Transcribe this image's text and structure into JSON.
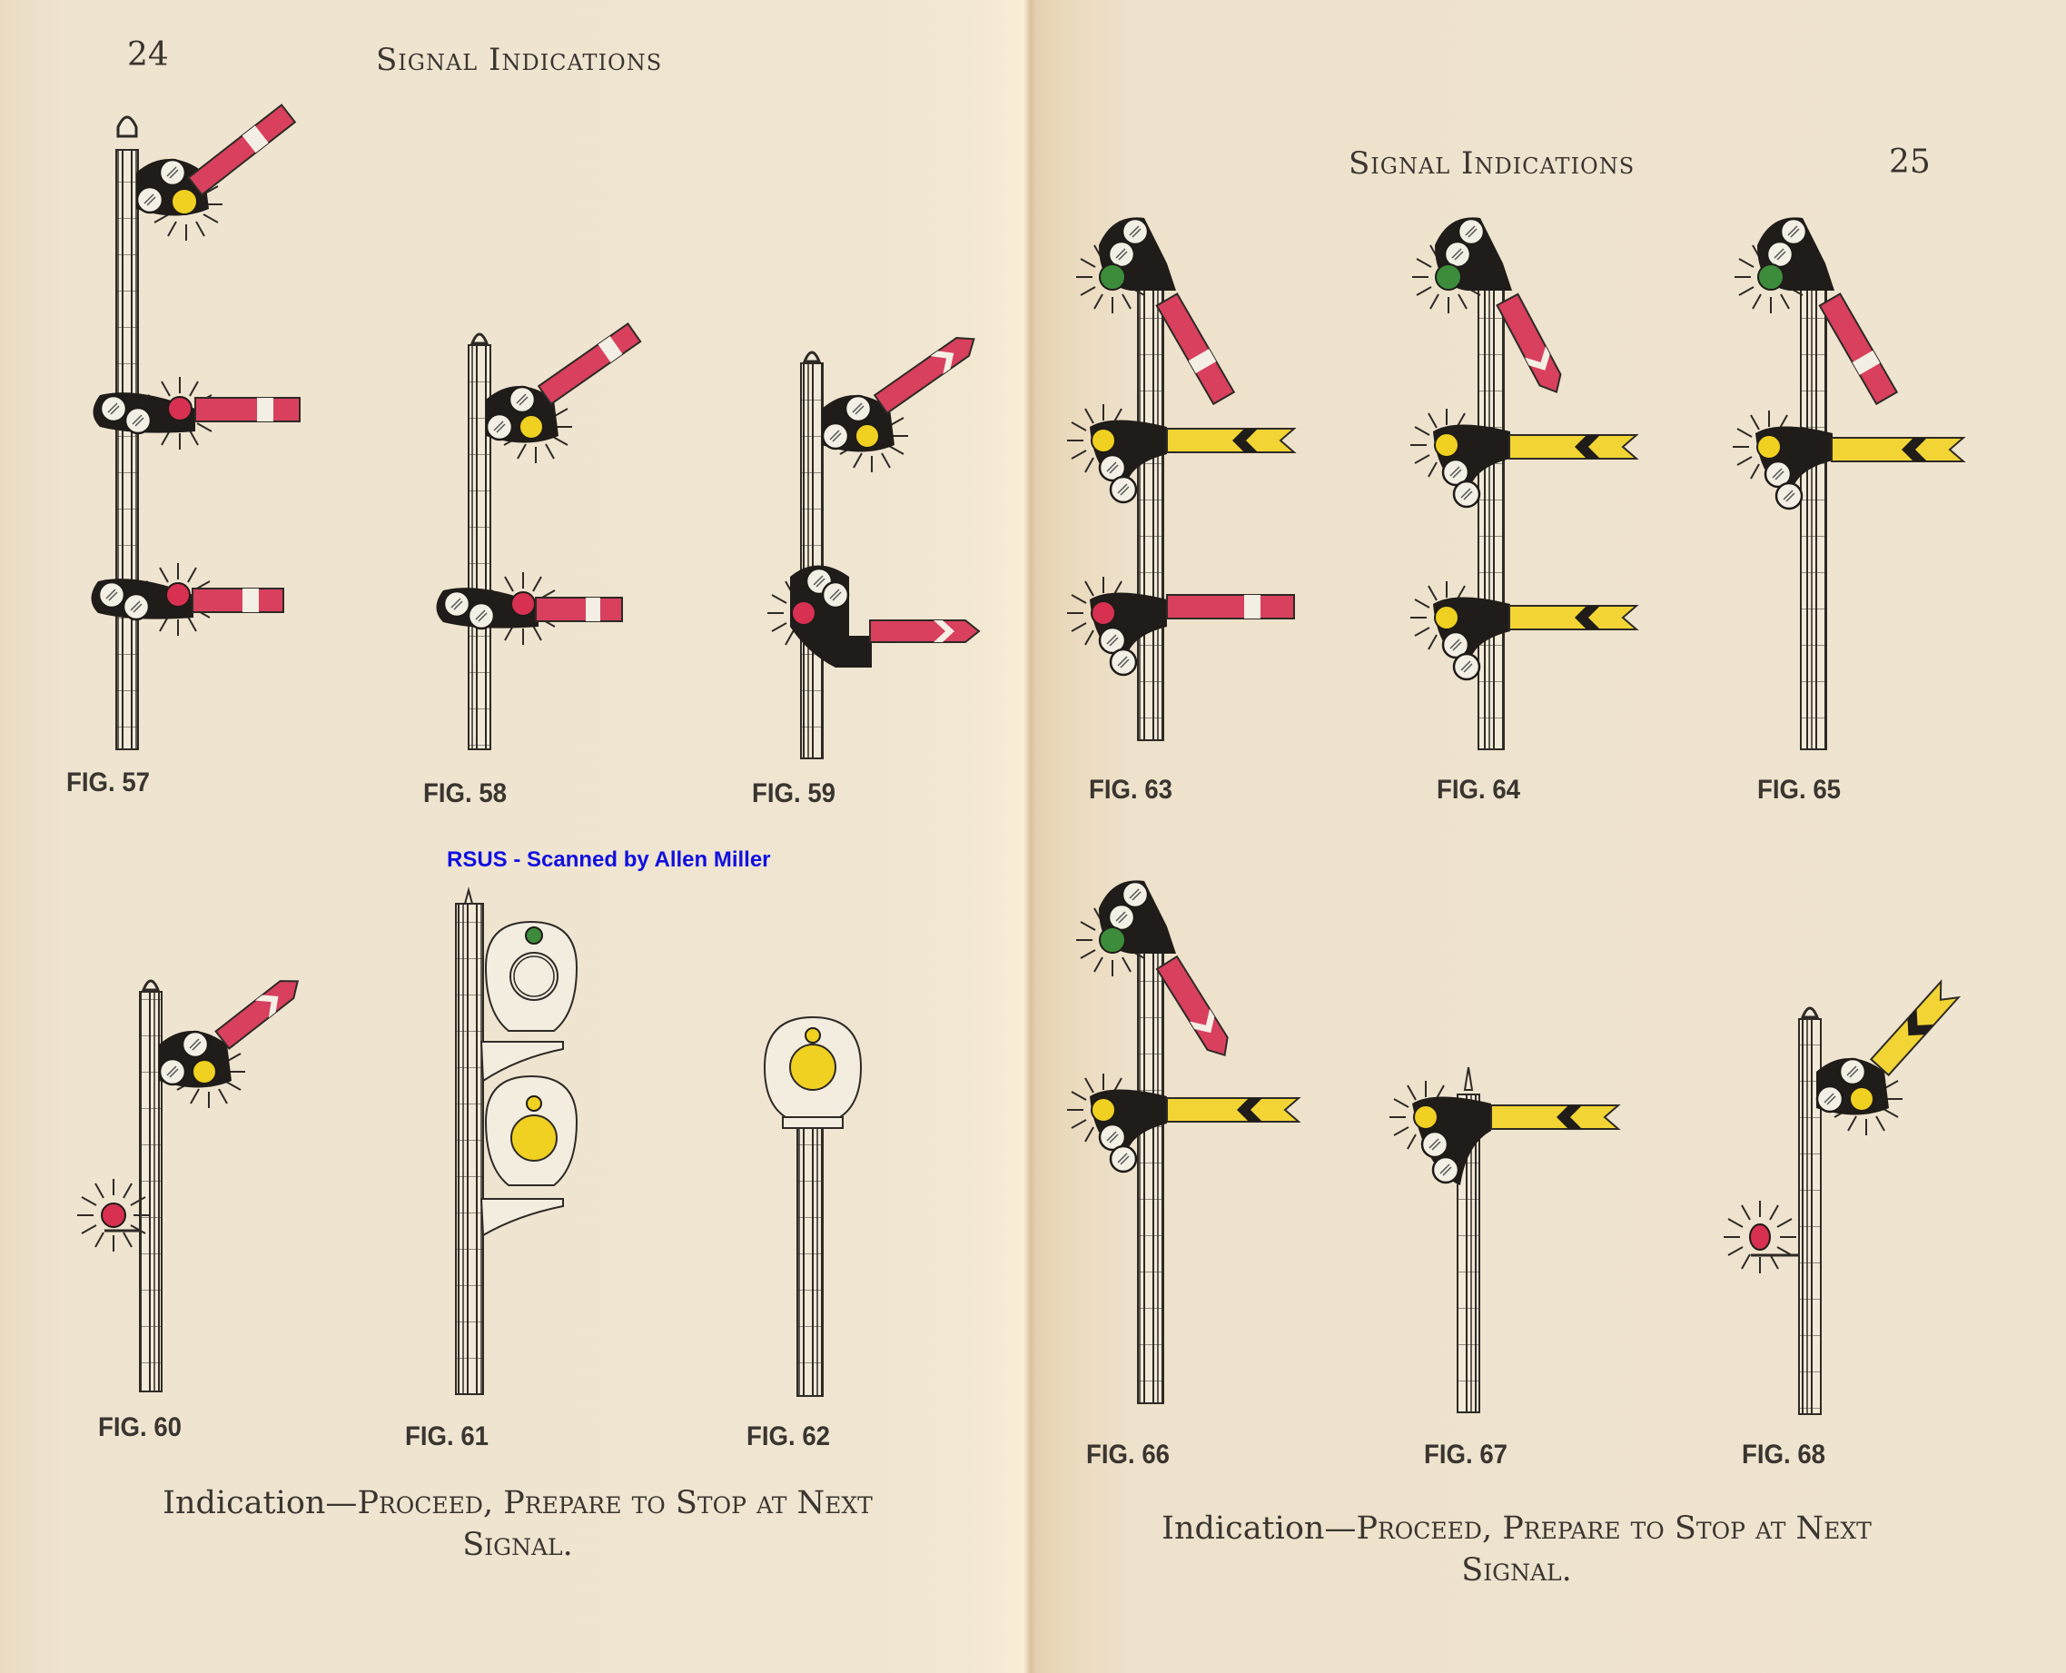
{
  "left_page": {
    "page_number": "24",
    "running_head": "Signal Indications",
    "watermark": "RSUS - Scanned by Allen Miller",
    "figures": [
      {
        "label": "FIG. 57",
        "description": "Three-arm semaphore: top arm 45° up showing yellow; middle and lower arms horizontal showing red"
      },
      {
        "label": "FIG. 58",
        "description": "Two-arm semaphore: top arm 45° up showing yellow; lower arm horizontal showing red"
      },
      {
        "label": "FIG. 59",
        "description": "Two-arm semaphore with pointed blades: top 45° up yellow; lower horizontal red"
      },
      {
        "label": "FIG. 60",
        "description": "Single pointed arm 45° up showing yellow, with red marker lamp below"
      },
      {
        "label": "FIG. 61",
        "description": "Two-unit light signal: top unit green marker dark, lower unit yellow lit"
      },
      {
        "label": "FIG. 62",
        "description": "Single-unit light signal showing yellow"
      }
    ],
    "caption": {
      "prefix": "Indication—",
      "text": "Proceed, Prepare to Stop at Next",
      "line2": "Signal."
    }
  },
  "right_page": {
    "page_number": "25",
    "running_head": "Signal Indications",
    "figures": [
      {
        "label": "FIG. 63",
        "description": "Three-arm: top arm down showing green, middle yellow fishtail horizontal showing yellow, lower horizontal red"
      },
      {
        "label": "FIG. 64",
        "description": "Three-arm: top pointed arm down green, two yellow fishtail arms horizontal showing yellow"
      },
      {
        "label": "FIG. 65",
        "description": "Two-arm: top arm down green, lower yellow fishtail horizontal showing yellow"
      },
      {
        "label": "FIG. 66",
        "description": "Two-arm: top pointed arm down green, lower yellow fishtail horizontal showing yellow"
      },
      {
        "label": "FIG. 67",
        "description": "Single yellow fishtail arm horizontal showing yellow"
      },
      {
        "label": "FIG. 68",
        "description": "Single yellow fishtail arm 45° up showing yellow, with red marker lamp below"
      }
    ],
    "caption": {
      "prefix": "Indication—",
      "text": "Proceed, Prepare to Stop at Next",
      "line2": "Signal."
    }
  },
  "colors": {
    "paper": "#efe5d0",
    "ink": "#3b3530",
    "red_blade": "#d8405e",
    "yellow_blade": "#f2d434",
    "lamp_green": "#3c8c3c",
    "lamp_yellow": "#f0d020",
    "lamp_red": "#d83050",
    "watermark_blue": "#1010e0"
  }
}
